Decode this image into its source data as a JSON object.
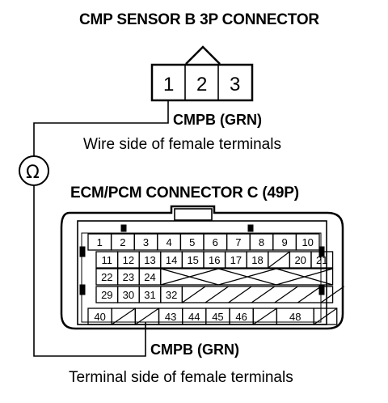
{
  "cmp_title": "CMP SENSOR B 3P CONNECTOR",
  "cmp_terminals": [
    "1",
    "2",
    "3"
  ],
  "cmpb_label_top": "CMPB (GRN)",
  "wire_side_label": "Wire side of female terminals",
  "ohm_symbol": "Ω",
  "ecm_title": "ECM/PCM CONNECTOR C (49P)",
  "ecm_rows": [
    [
      "1",
      "2",
      "3",
      "4",
      "5",
      "6",
      "7",
      "8",
      "9",
      "10"
    ],
    [
      "11",
      "12",
      "13",
      "14",
      "15",
      "16",
      "17",
      "18",
      "",
      "20",
      "21"
    ],
    [
      "22",
      "23",
      "24"
    ],
    [
      "29",
      "30",
      "31",
      "32"
    ],
    [
      "40",
      "",
      "",
      "43",
      "44",
      "45",
      "46",
      "",
      "48"
    ]
  ],
  "cmpb_label_bottom": "CMPB (GRN)",
  "terminal_side_label": "Terminal side of female terminals"
}
